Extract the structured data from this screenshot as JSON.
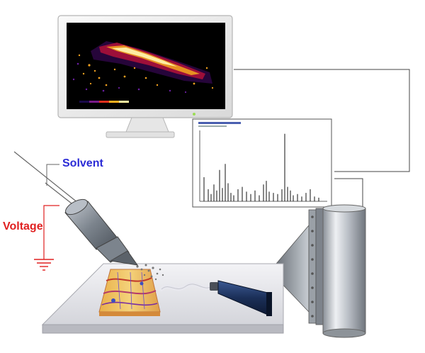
{
  "labels": {
    "solvent": "Solvent",
    "voltage": "Voltage"
  },
  "colors": {
    "solvent": "#2b2bd6",
    "voltage": "#e02020",
    "ground": "#e02020",
    "monitor_frame": "#f2f2f2",
    "monitor_screen": "#000000",
    "ms_body": "#c9cdd3",
    "tube": "#1e3a6e"
  },
  "icons": {
    "monitor": "monitor-icon",
    "spectrum": "mass-spectrum-plot",
    "sprayer": "desi-sprayer-icon",
    "tissue": "tissue-section-icon",
    "ms_inlet": "mass-spectrometer-inlet-icon",
    "ground": "ground-symbol-icon"
  }
}
